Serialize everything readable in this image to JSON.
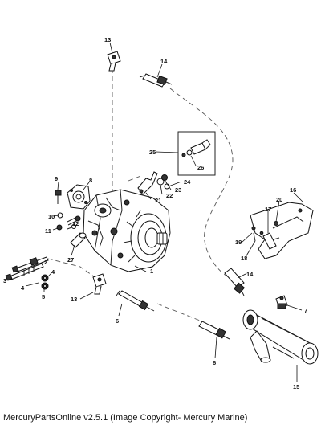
{
  "callouts": [
    "1",
    "2",
    "3",
    "4",
    "5",
    "6",
    "6",
    "7",
    "8",
    "9",
    "10",
    "11",
    "12",
    "13",
    "13",
    "14",
    "14",
    "15",
    "16",
    "17",
    "18",
    "19",
    "20",
    "21",
    "22",
    "23",
    "24",
    "25",
    "26",
    "27"
  ],
  "footer": "MercuryPartsOnline v2.5.1 (Image Copyright- Mercury Marine)"
}
